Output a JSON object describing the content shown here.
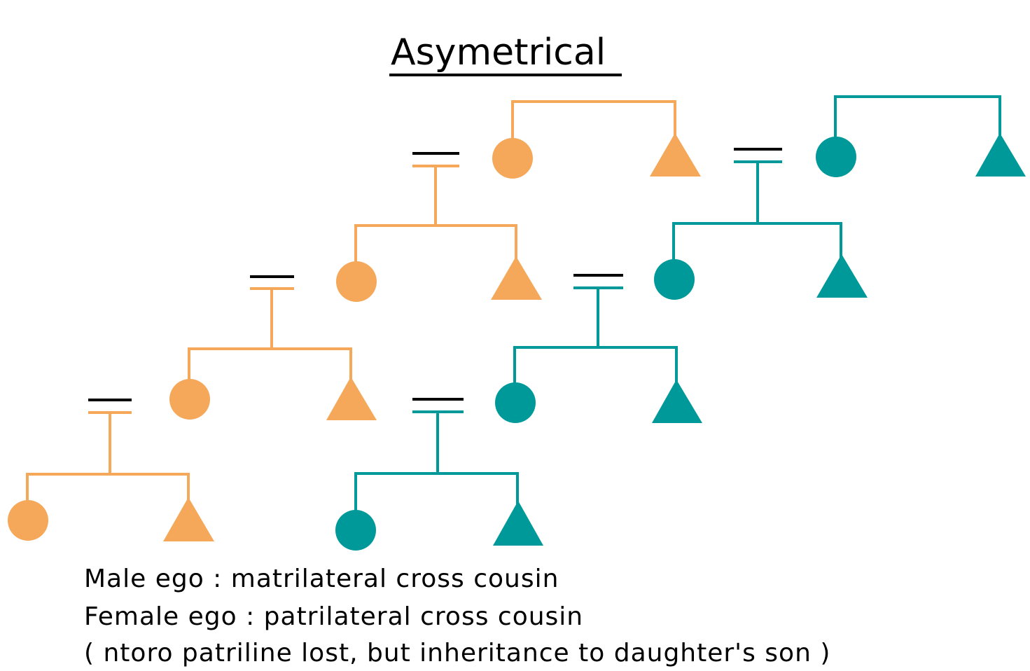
{
  "title": "Asymetrical",
  "colors": {
    "orange_lineage": "#F5A85A",
    "teal_lineage": "#00999A",
    "marriage_marks": "#000000",
    "text": "#000000"
  },
  "symbols": {
    "female": "circle",
    "male": "triangle"
  },
  "caption": {
    "line1": "Male ego : matrilateral cross cousin",
    "line2": "Female ego : patrilateral cross cousin",
    "line3": "( ntoro patriline lost, but inheritance to daughter's son )"
  }
}
